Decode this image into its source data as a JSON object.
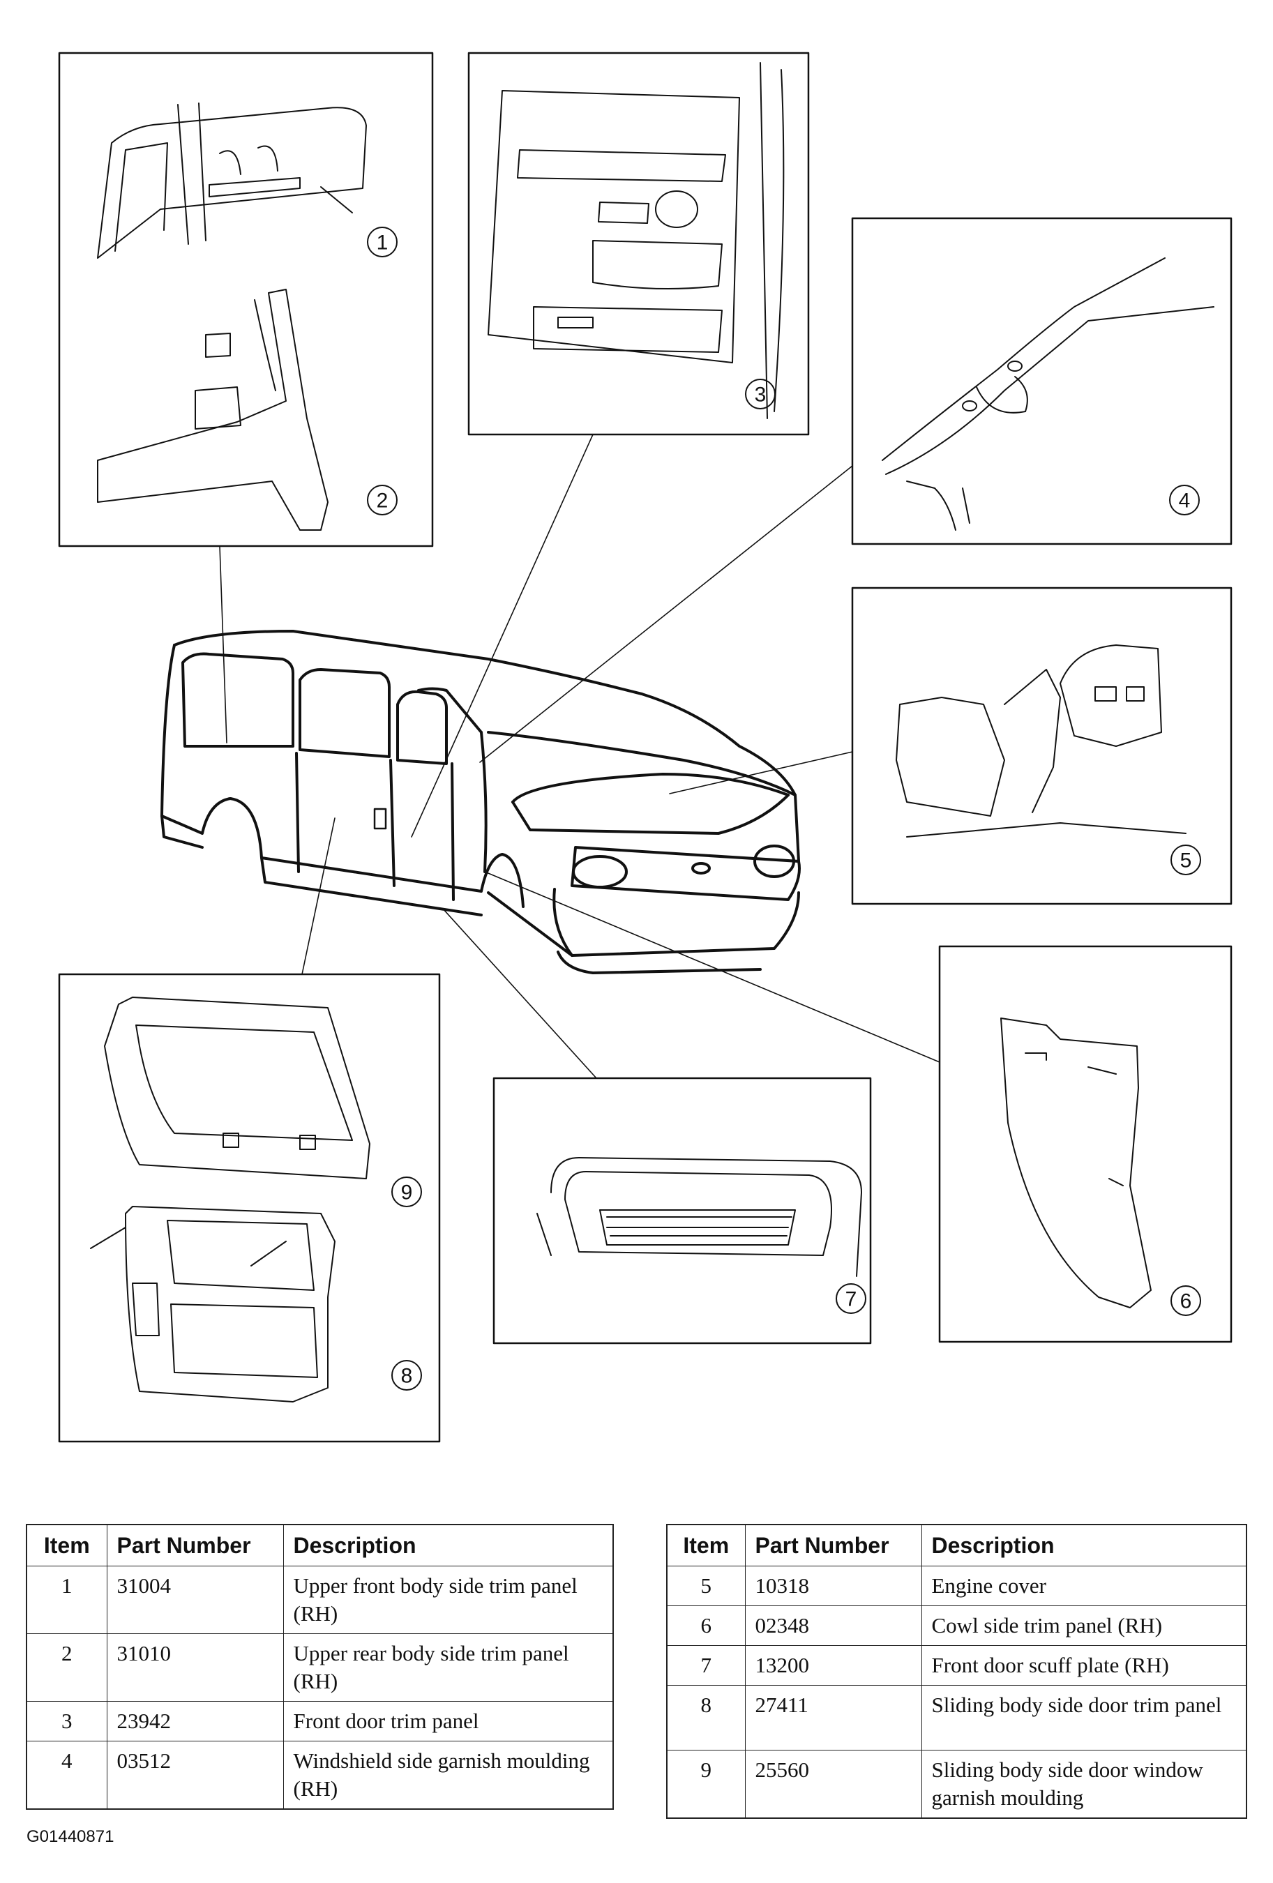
{
  "figure_code": "G01440871",
  "callouts": [
    "1",
    "2",
    "3",
    "4",
    "5",
    "6",
    "7",
    "8",
    "9"
  ],
  "table_headers": {
    "item": "Item",
    "part_number": "Part Number",
    "description": "Description"
  },
  "table_left": [
    {
      "item": "1",
      "part_number": "31004",
      "description": "Upper front body side trim panel (RH)"
    },
    {
      "item": "2",
      "part_number": "31010",
      "description": "Upper rear body side trim panel (RH)"
    },
    {
      "item": "3",
      "part_number": "23942",
      "description": "Front door trim panel"
    },
    {
      "item": "4",
      "part_number": "03512",
      "description": "Windshield side garnish moulding (RH)"
    }
  ],
  "table_right": [
    {
      "item": "5",
      "part_number": "10318",
      "description": "Engine cover"
    },
    {
      "item": "6",
      "part_number": "02348",
      "description": "Cowl side trim panel (RH)"
    },
    {
      "item": "7",
      "part_number": "13200",
      "description": "Front door scuff plate (RH)"
    },
    {
      "item": "8",
      "part_number": "27411",
      "description": "Sliding body side door trim panel"
    },
    {
      "item": "9",
      "part_number": "25560",
      "description": "Sliding body side door window garnish moulding"
    }
  ]
}
